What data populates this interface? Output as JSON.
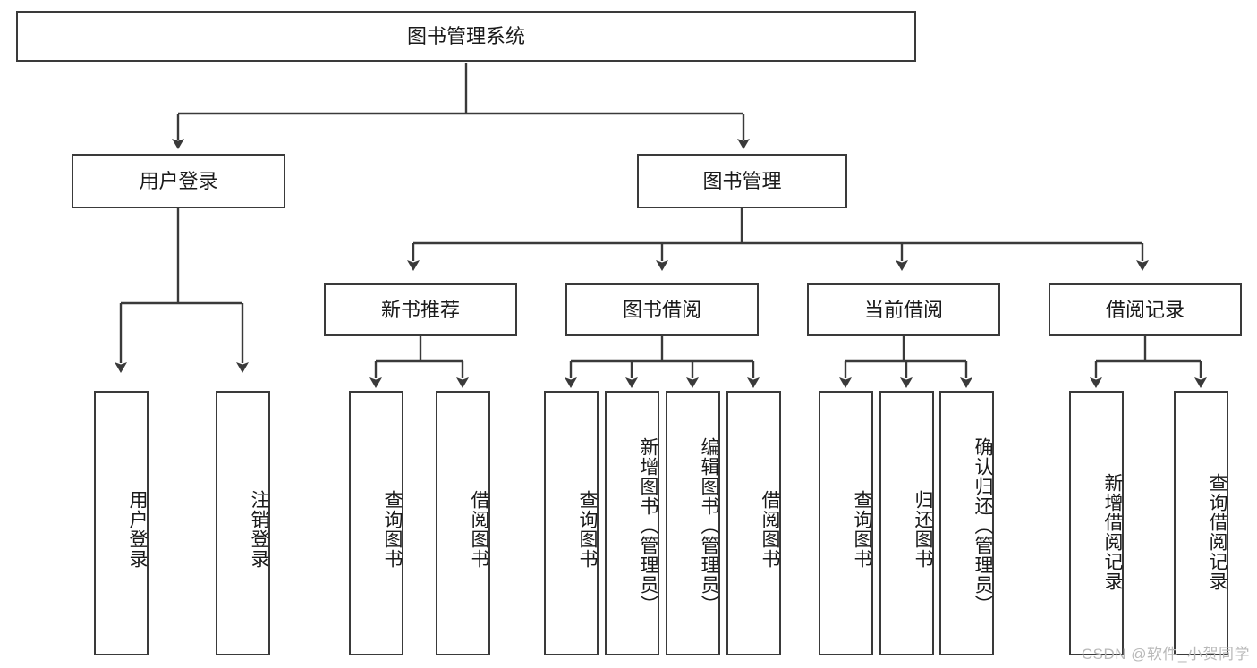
{
  "diagram": {
    "title": "图书管理系统",
    "type": "hierarchy-tree",
    "root": {
      "id": "root",
      "label": "图书管理系统"
    },
    "level1": [
      {
        "id": "user-login",
        "label": "用户登录"
      },
      {
        "id": "book-management",
        "label": "图书管理"
      }
    ],
    "level2": [
      {
        "id": "new-book-recommend",
        "label": "新书推荐",
        "parent": "book-management"
      },
      {
        "id": "book-borrow",
        "label": "图书借阅",
        "parent": "book-management"
      },
      {
        "id": "current-borrow",
        "label": "当前借阅",
        "parent": "book-management"
      },
      {
        "id": "borrow-record",
        "label": "借阅记录",
        "parent": "book-management"
      }
    ],
    "leaves": {
      "user_login": [
        {
          "id": "leaf-user-login",
          "label": "用户登录"
        },
        {
          "id": "leaf-user-logout",
          "label": "注销登录"
        }
      ],
      "new_book_recommend": [
        {
          "id": "leaf-query-book-1",
          "label": "查询图书"
        },
        {
          "id": "leaf-borrow-book-1",
          "label": "借阅图书"
        }
      ],
      "book_borrow": [
        {
          "id": "leaf-query-book-2",
          "label": "查询图书"
        },
        {
          "id": "leaf-add-book",
          "label": "新增图书（管理员）"
        },
        {
          "id": "leaf-edit-book",
          "label": "编辑图书（管理员）"
        },
        {
          "id": "leaf-borrow-book-2",
          "label": "借阅图书"
        }
      ],
      "current_borrow": [
        {
          "id": "leaf-query-book-3",
          "label": "查询图书"
        },
        {
          "id": "leaf-return-book",
          "label": "归还图书"
        },
        {
          "id": "leaf-confirm-return",
          "label": "确认归还（管理员）"
        }
      ],
      "borrow_record": [
        {
          "id": "leaf-add-record",
          "label": "新增借阅记录"
        },
        {
          "id": "leaf-query-record",
          "label": "查询借阅记录"
        }
      ]
    }
  },
  "watermark": {
    "text": "CSDN @软件_小贺同学"
  },
  "colors": {
    "stroke": "#3a3a3a",
    "fill": "#ffffff",
    "text": "#1a1a1a",
    "watermark": "#b9b9b9"
  }
}
